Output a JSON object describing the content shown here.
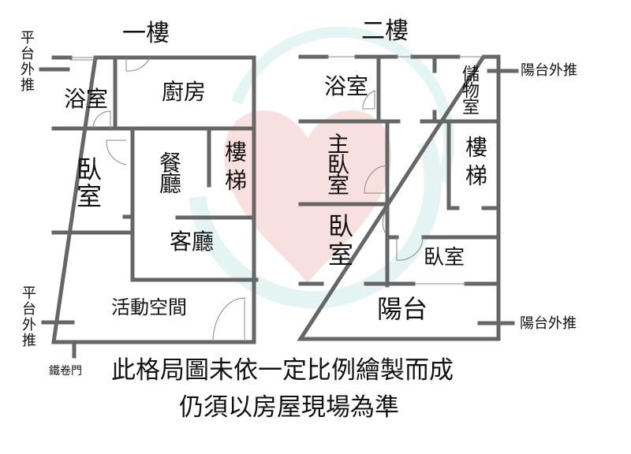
{
  "colors": {
    "wall": "#666666",
    "watermark_heart": "#f3c7c9",
    "watermark_ring": "#cdeceb"
  },
  "floor1": {
    "title": "一樓",
    "rooms": {
      "bath": "浴室",
      "kitchen": "廚房",
      "bedroom": "臥室",
      "dining": "餐廳",
      "stairs": "樓梯",
      "living": "客廳",
      "activity": "活動空間"
    },
    "annotations": {
      "platform_top": "平台外推",
      "platform_bottom": "平台外推",
      "shutter": "鐵卷門"
    }
  },
  "floor2": {
    "title": "二樓",
    "rooms": {
      "bath": "浴室",
      "storage": "儲物室",
      "master": "主臥室",
      "stairs": "樓梯",
      "bedroom": "臥室",
      "bedroom_small": "臥室",
      "balcony": "陽台"
    },
    "annotations": {
      "balcony_top": "陽台外推",
      "balcony_bottom": "陽台外推"
    }
  },
  "notes": {
    "line1": "此格局圖未依一定比例繪製而成",
    "line2": "仍須以房屋現場為準"
  }
}
